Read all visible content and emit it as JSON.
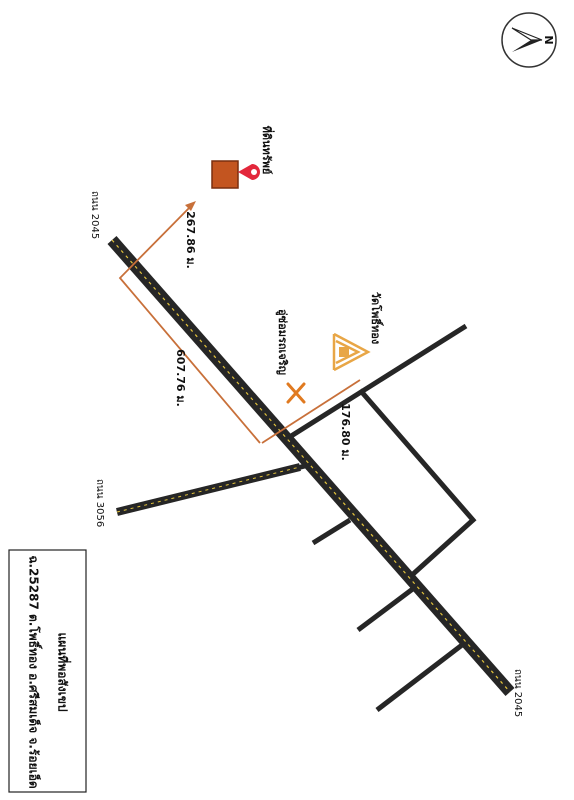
{
  "compass": {
    "letter": "N",
    "icon": "north-arrow-icon"
  },
  "roads": {
    "top_left": "ถนน 2045",
    "bottom_right": "ถนน 2045",
    "branch": "ถนน 3056"
  },
  "places": {
    "target": "ที่ดินทรัพย์",
    "temple": "วัดโพธิ์ทอง",
    "landmark": "อู่ซ่อมรถเจริญ"
  },
  "distances": {
    "to_target": "267.86 ม.",
    "main_route": "607.76 ม.",
    "temple_branch": "176.80 ม."
  },
  "legend": {
    "title": "แผนที่พอสังเขป",
    "subtitle": "ฉ.25287 ต.โพธิ์ทอง อ.ศรีสมเด็จ จ.ร้อยเอ็ด"
  },
  "colors": {
    "road": "#262626",
    "center_line": "#e2c23c",
    "route": "#c8703a",
    "pin": "#e3273b",
    "building": "#c35520",
    "temple": "#e8a646"
  }
}
